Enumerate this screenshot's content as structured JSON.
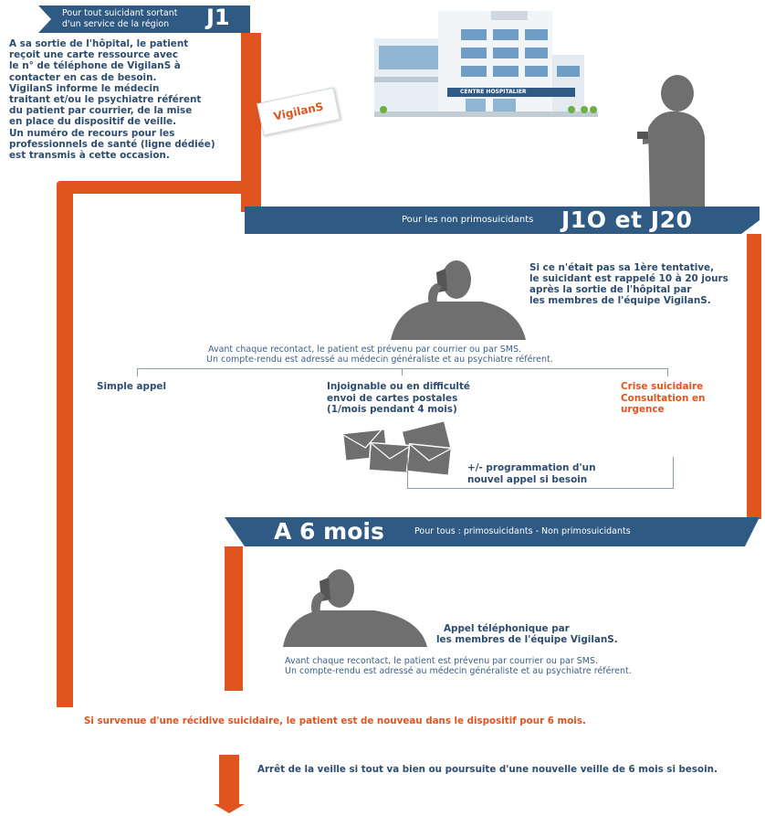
{
  "j1": {
    "banner_line1": "Pour tout suicidant sortant",
    "banner_line2": "d'un service de la région",
    "label": "J1",
    "paragraph": [
      "A sa sortie de l'hôpital, le patient",
      "reçoit une carte ressource avec",
      "le n° de téléphone de VigilanS à",
      "contacter en cas de besoin.",
      "VigilanS informe le médecin",
      "traitant et/ou le psychiatre référent",
      "du patient par courrier, de la mise",
      "en place du dispositif de veille.",
      "Un numéro de recours pour les",
      "professionnels de santé (ligne dédiée)",
      "est transmis à cette occasion."
    ],
    "logo_text": "VigilanS",
    "hospital_sign": "CENTRE HOSPITALIER"
  },
  "j10": {
    "banner_sub": "Pour les non primosuicidants",
    "label": "J1O et J20",
    "callout": [
      "Si ce n'était pas sa 1ère tentative,",
      "le suicidant est rappelé 10 à 20 jours",
      "après la sortie de l'hôpital par",
      "les membres de l'équipe VigilanS."
    ],
    "notice_line1": "Avant chaque recontact, le patient est prévenu par courrier ou par SMS.",
    "notice_line2": "Un compte-rendu est adressé au médecin généraliste et au psychiatre référent.",
    "branch_left": "Simple appel",
    "branch_mid": [
      "Injoignable ou en difficulté",
      "envoi de cartes postales",
      "(1/mois pendant 4 mois)"
    ],
    "branch_right": [
      "Crise suicidaire",
      "Consultation en",
      "urgence"
    ],
    "followup": [
      "+/- programmation d'un",
      "nouvel appel si besoin"
    ]
  },
  "m6": {
    "label": "A 6 mois",
    "banner_sub": "Pour tous : primosuicidants - Non primosuicidants",
    "call_text": [
      "Appel téléphonique par",
      "les membres de l'équipe VigilanS."
    ],
    "notice_line1": "Avant chaque recontact, le patient est prévenu par courrier ou par SMS.",
    "notice_line2": "Un compte-rendu est adressé au médecin généraliste et au psychiatre référent."
  },
  "recidive": "Si survenue d'une récidive suicidaire,  le patient est de nouveau dans le dispositif pour 6 mois.",
  "final": "Arrêt de la veille si tout va bien ou poursuite d'une nouvelle veille de 6 mois si besoin.",
  "colors": {
    "blue": "#2e5a84",
    "orange": "#e0541f",
    "silhouette": "#6f6f6f"
  },
  "icons": [
    "hospital-icon",
    "phone-user-icon",
    "caller-icon",
    "envelopes-icon",
    "vigilans-logo"
  ]
}
